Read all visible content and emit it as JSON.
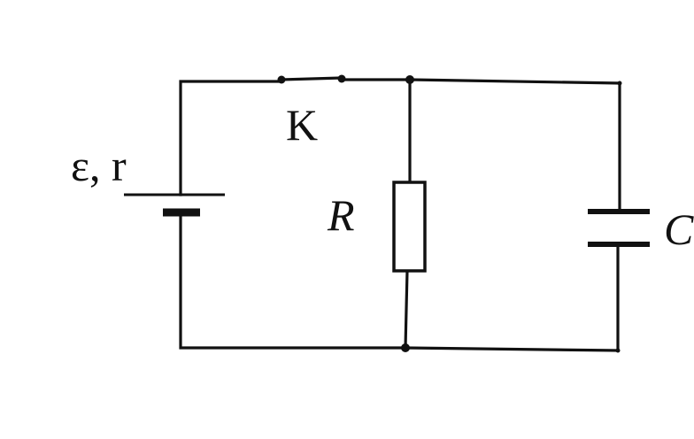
{
  "circuit": {
    "source_label": "ε, r",
    "switch_label": "K",
    "resistor_label": "R",
    "capacitor_label": "C"
  },
  "colors": {
    "ink": "#111111",
    "background": "#ffffff"
  }
}
